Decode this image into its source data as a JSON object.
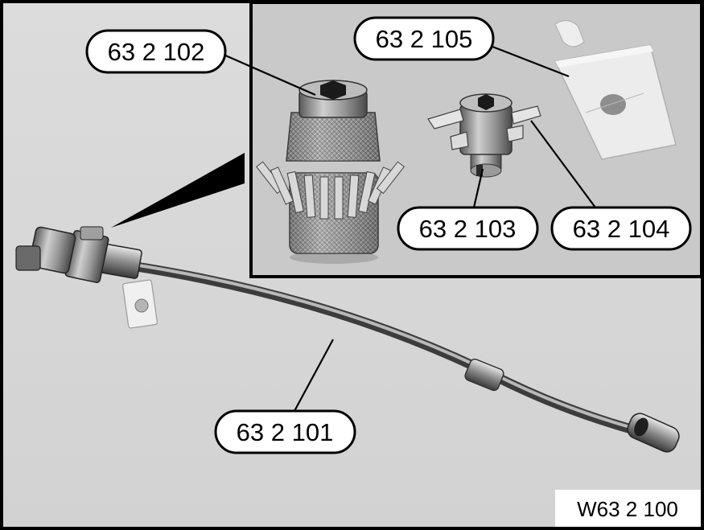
{
  "callouts": {
    "c101": "63 2 101",
    "c102": "63 2 102",
    "c103": "63 2 103",
    "c104": "63 2 104",
    "c105": "63 2 105"
  },
  "figure_code": "W63 2 100"
}
